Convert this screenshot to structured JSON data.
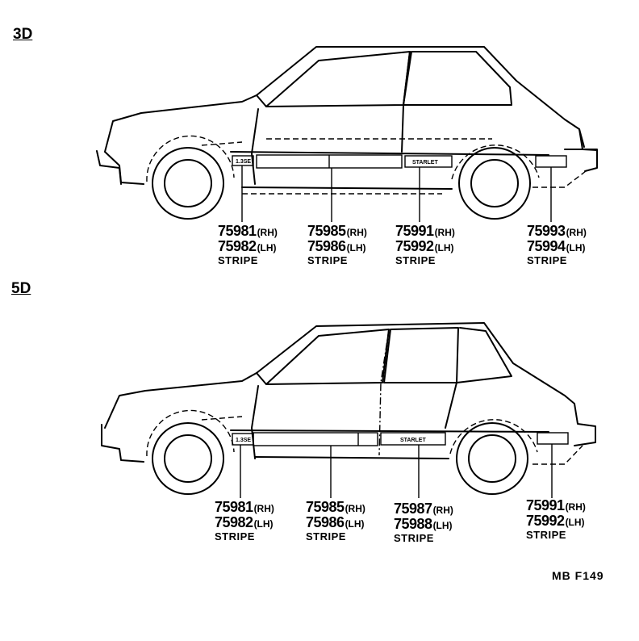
{
  "sections": [
    {
      "title": "3D",
      "callouts": [
        {
          "rh": "75981",
          "lh": "75982",
          "name": "STRIPE"
        },
        {
          "rh": "75985",
          "lh": "75986",
          "name": "STRIPE"
        },
        {
          "rh": "75991",
          "lh": "75992",
          "name": "STRIPE"
        },
        {
          "rh": "75993",
          "lh": "75994",
          "name": "STRIPE"
        }
      ],
      "stripe_texts": {
        "front": "1.3SE",
        "rear": "STARLET"
      }
    },
    {
      "title": "5D",
      "callouts": [
        {
          "rh": "75981",
          "lh": "75982",
          "name": "STRIPE"
        },
        {
          "rh": "75985",
          "lh": "75986",
          "name": "STRIPE"
        },
        {
          "rh": "75987",
          "lh": "75988",
          "name": "STRIPE"
        },
        {
          "rh": "75991",
          "lh": "75992",
          "name": "STRIPE"
        }
      ],
      "stripe_texts": {
        "front": "1.3SE",
        "rear": "STARLET"
      }
    }
  ],
  "side_labels": {
    "rh": "(RH)",
    "lh": "(LH)"
  },
  "figure_code": "MB  F149"
}
